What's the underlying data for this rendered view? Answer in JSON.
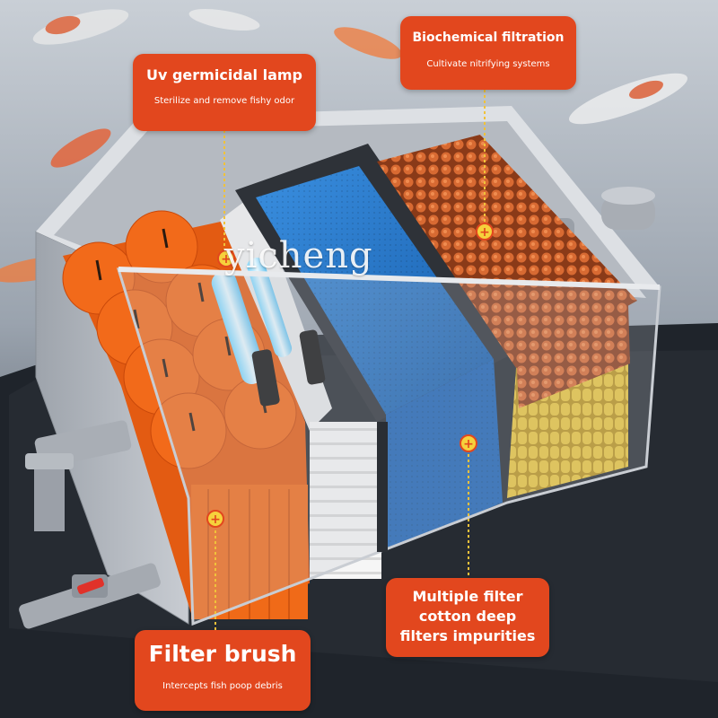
{
  "watermark": "yicheng",
  "callouts": {
    "uv": {
      "title": "Uv germicidal lamp",
      "subtitle": "Sterilize and remove fishy odor"
    },
    "bio": {
      "title": "Biochemical filtration",
      "subtitle": "Cultivate nitrifying systems"
    },
    "multi": {
      "line1": "Multiple filter",
      "line2": "cotton deep",
      "line3": "filters impurities"
    },
    "brush": {
      "title": "Filter brush",
      "subtitle": "Intercepts fish poop debris"
    }
  },
  "colors": {
    "callout_bg": "#e2471e",
    "brush_orange": "#f26a1a",
    "sponge_blue": "#1f73c6",
    "tank_grey": "#c9cdd3",
    "bio_ball": "#c25a2a"
  }
}
